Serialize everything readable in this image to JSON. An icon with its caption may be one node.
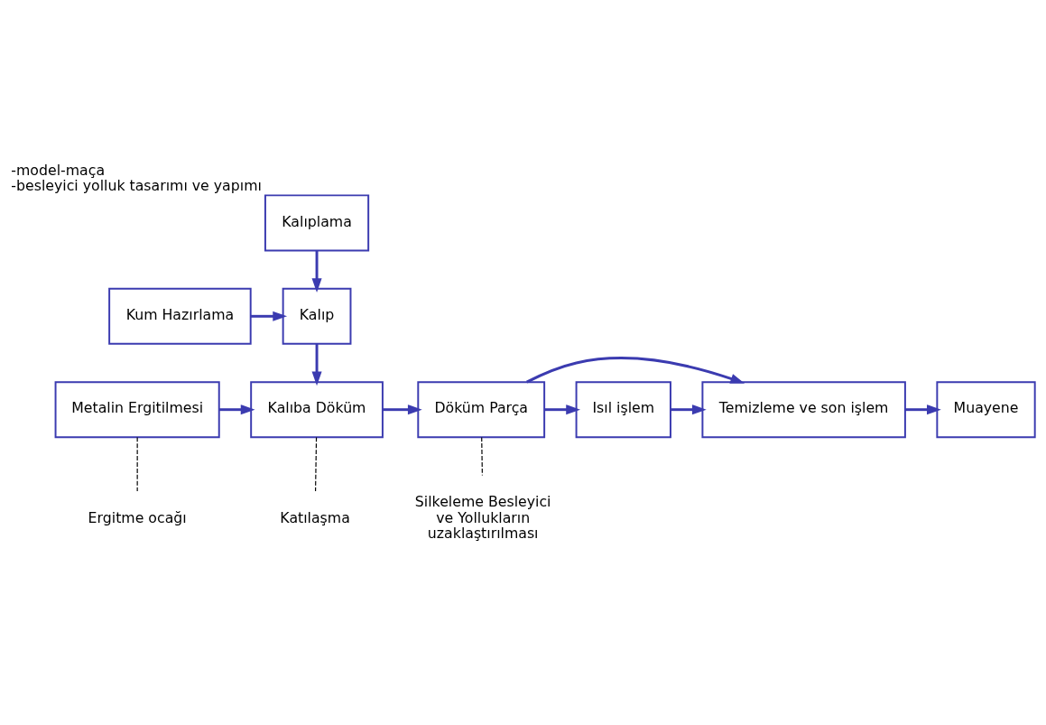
{
  "diagram": {
    "nodes": [
      {
        "text": [
          "Kalıplama"
        ],
        "beside": [
          "-model-maça",
          "-besleyici yolluk tasarımı ve yapımı"
        ]
      },
      {
        "text": [
          "Kum Hazırlama"
        ]
      },
      {
        "text": [
          "Kalıp"
        ]
      },
      {
        "text": [
          "Metalin Ergitilmesi"
        ]
      },
      {
        "text": [
          "Kalıba Döküm"
        ]
      },
      {
        "text": [
          "Döküm Parça"
        ]
      },
      {
        "text": [
          "Isıl işlem"
        ]
      },
      {
        "text": [
          "Temizleme ve son işlem"
        ]
      },
      {
        "text": [
          "Muayene"
        ]
      },
      {
        "text": [
          "Ergitme ocağı"
        ]
      },
      {
        "text": [
          "Katılaşma"
        ]
      },
      {
        "text": [
          "Silkeleme Besleyici ve Yollukların uzaklaştırılması"
        ]
      }
    ],
    "edges": [
      {
        "from": 0,
        "to": 2,
        "arrow": "to"
      },
      {
        "from": 1,
        "to": 2,
        "arrow": "to"
      },
      {
        "from": 2,
        "to": 4,
        "arrow": "to"
      },
      {
        "from": 3,
        "to": 4,
        "arrow": "to"
      },
      {
        "from": 4,
        "to": 5,
        "arrow": "to"
      },
      {
        "from": 5,
        "to": 6,
        "arrow": "to"
      },
      {
        "from": 5,
        "to": 7,
        "arrow": "to"
      },
      {
        "from": 6,
        "to": 7,
        "arrow": "to"
      },
      {
        "from": 7,
        "to": 8,
        "arrow": "to"
      },
      {
        "from": 3,
        "to": 9,
        "arrow": "none",
        "style": "dashed",
        "color": "#000000"
      },
      {
        "from": 4,
        "to": 10,
        "arrow": "none",
        "style": "dashed",
        "color": "#000000"
      },
      {
        "from": 5,
        "to": 11,
        "arrow": "none",
        "style": "dashed",
        "color": "#000000"
      }
    ]
  }
}
